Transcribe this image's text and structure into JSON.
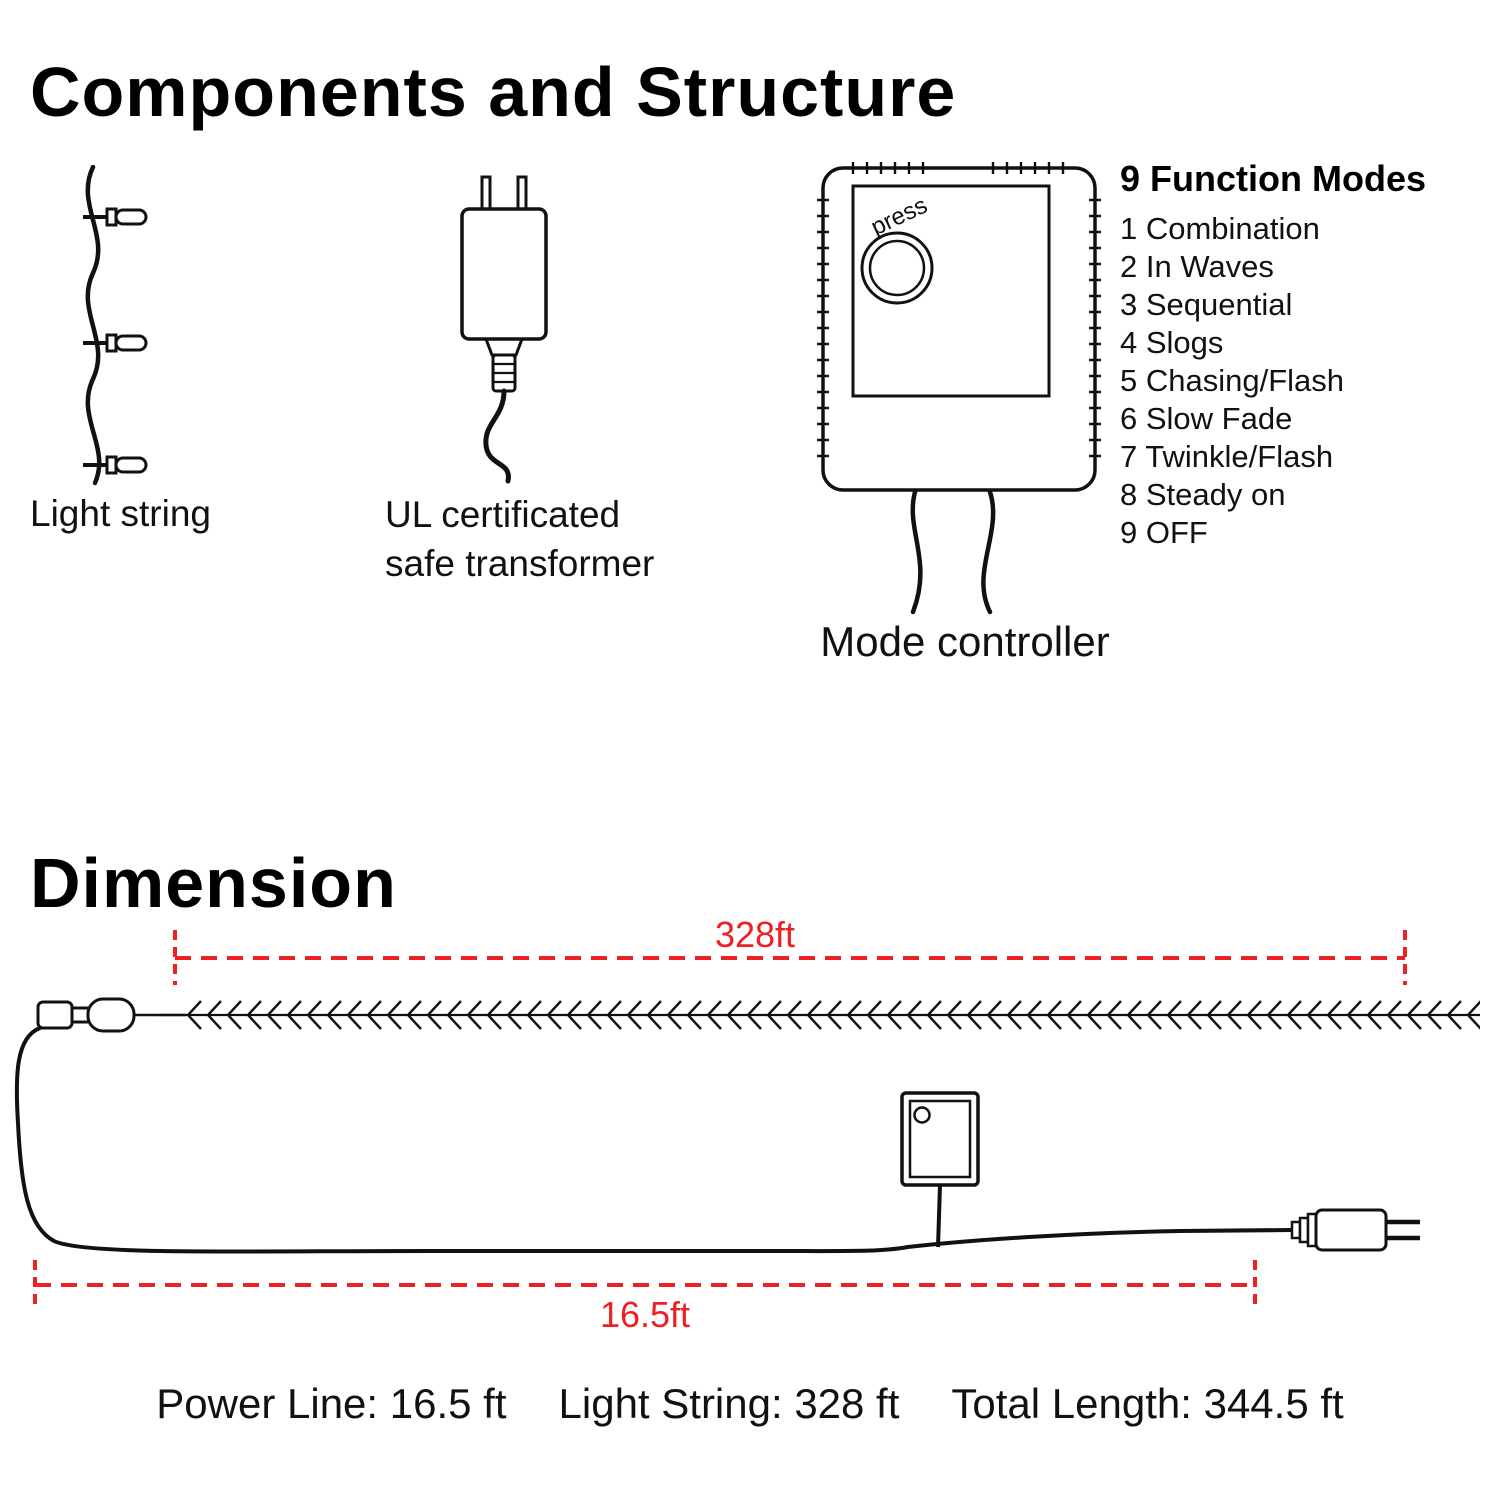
{
  "colors": {
    "line_black": "#111111",
    "dimension_red": "#ed2024"
  },
  "components": {
    "heading": "Components and Structure",
    "light_string_label": "Light string",
    "transformer_label_line1": "UL certificated",
    "transformer_label_line2": "safe transformer",
    "controller_label": "Mode controller",
    "controller_button_text": "press",
    "modes_title": "9 Function Modes",
    "modes": [
      "1 Combination",
      "2 In Waves",
      "3 Sequential",
      "4 Slogs",
      "5 Chasing/Flash",
      "6 Slow Fade",
      "7 Twinkle/Flash",
      "8 Steady on",
      "9 OFF"
    ]
  },
  "dimension": {
    "heading": "Dimension",
    "light_string_length": "328ft",
    "power_line_length": "16.5ft",
    "summary_power_line": "Power Line: 16.5 ft",
    "summary_light_string": "Light String: 328 ft",
    "summary_total": "Total Length: 344.5 ft"
  }
}
